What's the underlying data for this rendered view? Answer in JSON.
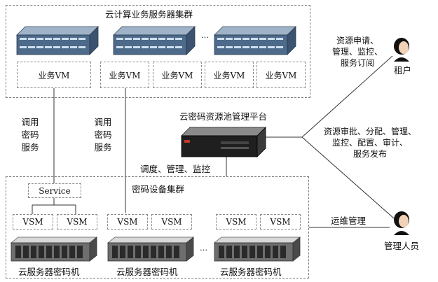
{
  "cloud_cluster": {
    "title": "云计算业务服务器集群",
    "vms": [
      "业务VM",
      "业务VM",
      "业务VM",
      "业务VM",
      "业务VM"
    ],
    "ellipsis": "…"
  },
  "crypto_cluster": {
    "title": "密码设备集群",
    "service_label": "Service",
    "vsms": [
      "VSM",
      "VSM",
      "VSM",
      "VSM",
      "VSM",
      "VSM"
    ],
    "machines": [
      "云服务器密码机",
      "云服务器密码机",
      "云服务器密码机"
    ],
    "ellipsis": "…"
  },
  "platform": {
    "title": "云密码资源池管理平台",
    "ops_label": "调度、管理、监控"
  },
  "call_labels": [
    "调用\n密码\n服务",
    "调用\n密码\n服务"
  ],
  "tenant": {
    "name": "租户",
    "actions": "资源申请、\n管理、监控、\n服务订阅"
  },
  "platform_functions": "资源审批、分配、管理、\n监控、配置、审计、\n服务发布",
  "admin": {
    "name": "管理人员",
    "action": "运维管理"
  }
}
